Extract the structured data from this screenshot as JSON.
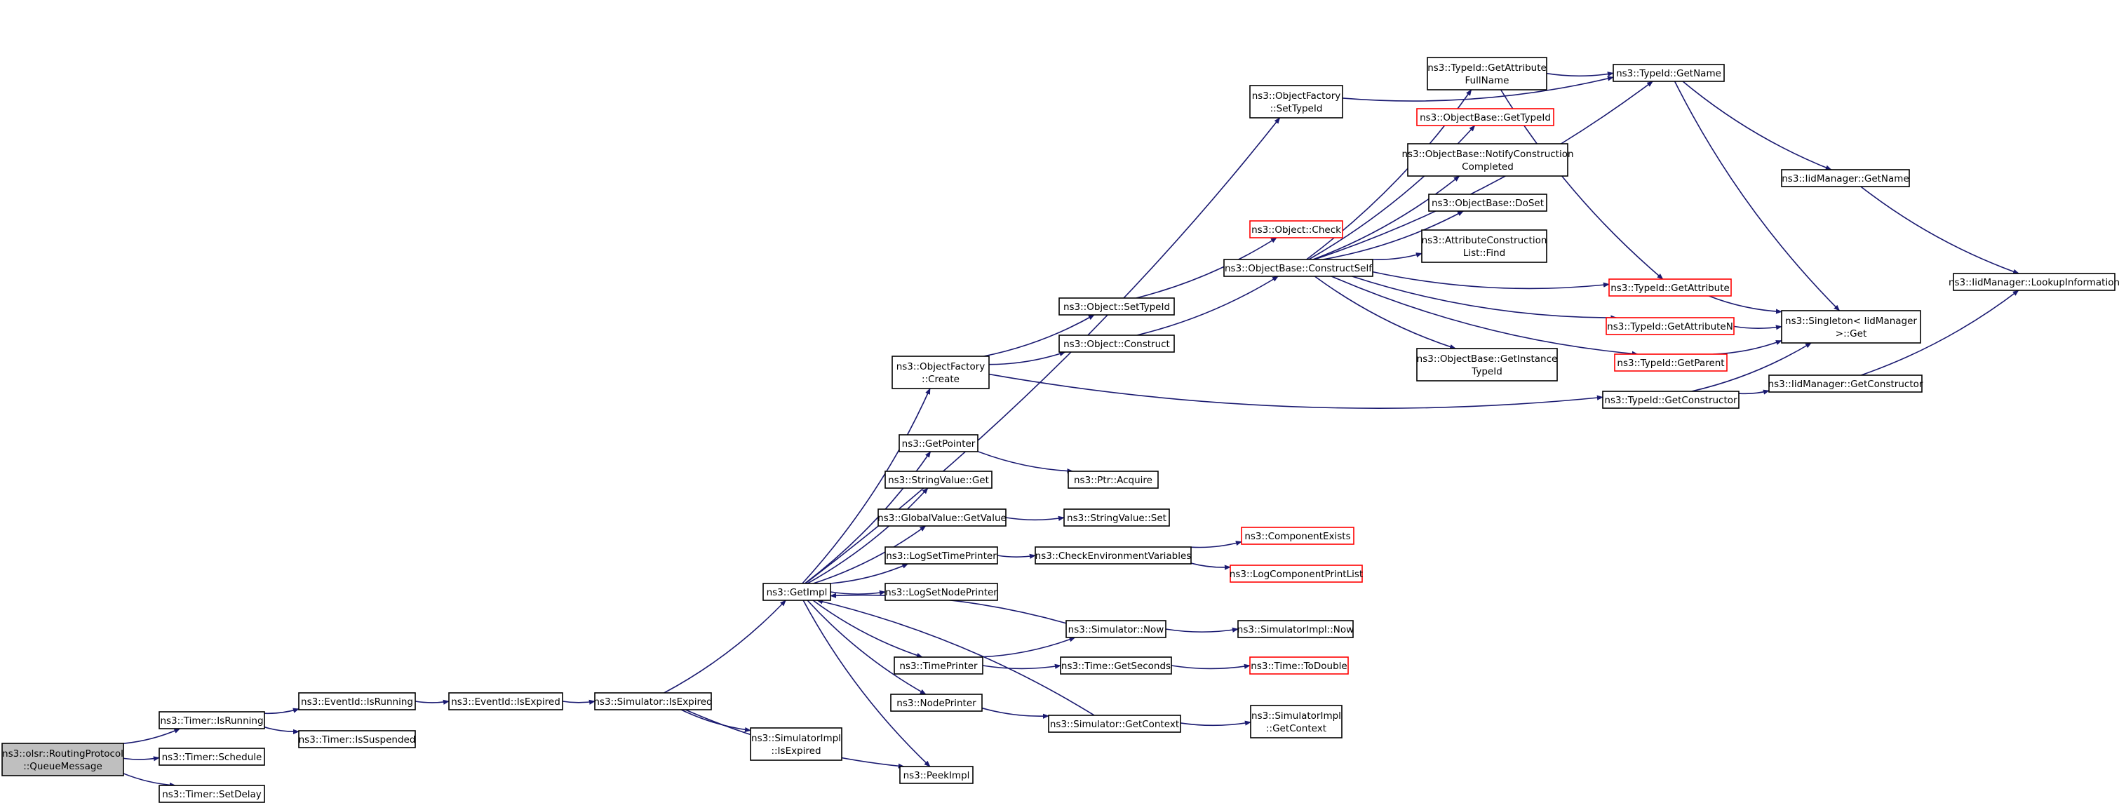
{
  "graph": {
    "colors": {
      "edge": "#191970",
      "border_default": "#000000",
      "border_truncated": "#ff0000",
      "fill_highlight": "#bfbfbf",
      "fill_default": "#ffffff"
    },
    "nodes": [
      {
        "id": "root",
        "lines": [
          "ns3::olsr::RoutingProtocol",
          "::QueueMessage"
        ],
        "style": "highlight"
      },
      {
        "id": "timer_isrunning",
        "lines": [
          "ns3::Timer::IsRunning"
        ],
        "style": "normal"
      },
      {
        "id": "timer_schedule",
        "lines": [
          "ns3::Timer::Schedule"
        ],
        "style": "normal"
      },
      {
        "id": "timer_setdelay",
        "lines": [
          "ns3::Timer::SetDelay"
        ],
        "style": "normal"
      },
      {
        "id": "eventid_isrunning",
        "lines": [
          "ns3::EventId::IsRunning"
        ],
        "style": "normal"
      },
      {
        "id": "timer_issuspended",
        "lines": [
          "ns3::Timer::IsSuspended"
        ],
        "style": "normal"
      },
      {
        "id": "eventid_isexpired",
        "lines": [
          "ns3::EventId::IsExpired"
        ],
        "style": "normal"
      },
      {
        "id": "simulator_isexpired",
        "lines": [
          "ns3::Simulator::IsExpired"
        ],
        "style": "normal"
      },
      {
        "id": "simimpl_isexpired",
        "lines": [
          "ns3::SimulatorImpl",
          "::IsExpired"
        ],
        "style": "normal"
      },
      {
        "id": "getimpl",
        "lines": [
          "ns3::GetImpl"
        ],
        "style": "normal"
      },
      {
        "id": "peekimpl",
        "lines": [
          "ns3::PeekImpl"
        ],
        "style": "normal"
      },
      {
        "id": "of_create",
        "lines": [
          "ns3::ObjectFactory",
          "::Create"
        ],
        "style": "normal"
      },
      {
        "id": "getpointer",
        "lines": [
          "ns3::GetPointer"
        ],
        "style": "normal"
      },
      {
        "id": "stringvalue_get",
        "lines": [
          "ns3::StringValue::Get"
        ],
        "style": "normal"
      },
      {
        "id": "globalvalue_getvalue",
        "lines": [
          "ns3::GlobalValue::GetValue"
        ],
        "style": "normal"
      },
      {
        "id": "logsettimeprinter",
        "lines": [
          "ns3::LogSetTimePrinter"
        ],
        "style": "normal"
      },
      {
        "id": "logsetnodeprinter",
        "lines": [
          "ns3::LogSetNodePrinter"
        ],
        "style": "normal"
      },
      {
        "id": "timeprinter",
        "lines": [
          "ns3::TimePrinter"
        ],
        "style": "normal"
      },
      {
        "id": "nodeprinter",
        "lines": [
          "ns3::NodePrinter"
        ],
        "style": "normal"
      },
      {
        "id": "of_settypeid",
        "lines": [
          "ns3::ObjectFactory",
          "::SetTypeId"
        ],
        "style": "normal"
      },
      {
        "id": "object_settypeid",
        "lines": [
          "ns3::Object::SetTypeId"
        ],
        "style": "normal"
      },
      {
        "id": "object_construct",
        "lines": [
          "ns3::Object::Construct"
        ],
        "style": "normal"
      },
      {
        "id": "ptr_acquire",
        "lines": [
          "ns3::Ptr::Acquire"
        ],
        "style": "normal"
      },
      {
        "id": "stringvalue_set",
        "lines": [
          "ns3::StringValue::Set"
        ],
        "style": "normal"
      },
      {
        "id": "checkenv",
        "lines": [
          "ns3::CheckEnvironmentVariables"
        ],
        "style": "normal"
      },
      {
        "id": "simulator_now",
        "lines": [
          "ns3::Simulator::Now"
        ],
        "style": "normal"
      },
      {
        "id": "time_getseconds",
        "lines": [
          "ns3::Time::GetSeconds"
        ],
        "style": "normal"
      },
      {
        "id": "simulator_getcontext",
        "lines": [
          "ns3::Simulator::GetContext"
        ],
        "style": "normal"
      },
      {
        "id": "object_check",
        "lines": [
          "ns3::Object::Check"
        ],
        "style": "truncated"
      },
      {
        "id": "objbase_constructself",
        "lines": [
          "ns3::ObjectBase::ConstructSelf"
        ],
        "style": "normal"
      },
      {
        "id": "componentexists",
        "lines": [
          "ns3::ComponentExists"
        ],
        "style": "truncated"
      },
      {
        "id": "logcomponentprintlist",
        "lines": [
          "ns3::LogComponentPrintList"
        ],
        "style": "truncated"
      },
      {
        "id": "simimpl_now",
        "lines": [
          "ns3::SimulatorImpl::Now"
        ],
        "style": "normal"
      },
      {
        "id": "time_todouble",
        "lines": [
          "ns3::Time::ToDouble"
        ],
        "style": "truncated"
      },
      {
        "id": "simimpl_getcontext",
        "lines": [
          "ns3::SimulatorImpl",
          "::GetContext"
        ],
        "style": "normal"
      },
      {
        "id": "typeid_getattrfullname",
        "lines": [
          "ns3::TypeId::GetAttribute",
          "FullName"
        ],
        "style": "normal"
      },
      {
        "id": "objbase_gettypeid",
        "lines": [
          "ns3::ObjectBase::GetTypeId"
        ],
        "style": "truncated"
      },
      {
        "id": "objbase_notify",
        "lines": [
          "ns3::ObjectBase::NotifyConstruction",
          "Completed"
        ],
        "style": "normal"
      },
      {
        "id": "objbase_doset",
        "lines": [
          "ns3::ObjectBase::DoSet"
        ],
        "style": "normal"
      },
      {
        "id": "attrconstructionlist_find",
        "lines": [
          "ns3::AttributeConstruction",
          "List::Find"
        ],
        "style": "normal"
      },
      {
        "id": "objbase_getinstancetypeid",
        "lines": [
          "ns3::ObjectBase::GetInstance",
          "TypeId"
        ],
        "style": "normal"
      },
      {
        "id": "typeid_getname",
        "lines": [
          "ns3::TypeId::GetName"
        ],
        "style": "normal"
      },
      {
        "id": "typeid_getattribute",
        "lines": [
          "ns3::TypeId::GetAttribute"
        ],
        "style": "truncated"
      },
      {
        "id": "typeid_getattributen",
        "lines": [
          "ns3::TypeId::GetAttributeN"
        ],
        "style": "truncated"
      },
      {
        "id": "typeid_getparent",
        "lines": [
          "ns3::TypeId::GetParent"
        ],
        "style": "truncated"
      },
      {
        "id": "typeid_getconstructor",
        "lines": [
          "ns3::TypeId::GetConstructor"
        ],
        "style": "normal"
      },
      {
        "id": "iidmanager_getname",
        "lines": [
          "ns3::IidManager::GetName"
        ],
        "style": "normal"
      },
      {
        "id": "singleton_get",
        "lines": [
          "ns3::Singleton< IidManager",
          "  >::Get"
        ],
        "style": "normal"
      },
      {
        "id": "iidmanager_getconstructor",
        "lines": [
          "ns3::IidManager::GetConstructor"
        ],
        "style": "normal"
      },
      {
        "id": "iidmanager_lookupinfo",
        "lines": [
          "ns3::IidManager::LookupInformation"
        ],
        "style": "normal"
      }
    ],
    "edges": [
      {
        "from": "root",
        "to": "timer_isrunning"
      },
      {
        "from": "root",
        "to": "timer_schedule"
      },
      {
        "from": "root",
        "to": "timer_setdelay"
      },
      {
        "from": "timer_isrunning",
        "to": "eventid_isrunning"
      },
      {
        "from": "timer_isrunning",
        "to": "timer_issuspended"
      },
      {
        "from": "eventid_isrunning",
        "to": "eventid_isexpired"
      },
      {
        "from": "eventid_isexpired",
        "to": "simulator_isexpired"
      },
      {
        "from": "simulator_isexpired",
        "to": "getimpl"
      },
      {
        "from": "simulator_isexpired",
        "to": "simimpl_isexpired"
      },
      {
        "from": "simulator_isexpired",
        "to": "peekimpl"
      },
      {
        "from": "getimpl",
        "to": "of_settypeid"
      },
      {
        "from": "getimpl",
        "to": "of_create"
      },
      {
        "from": "getimpl",
        "to": "getpointer"
      },
      {
        "from": "getimpl",
        "to": "stringvalue_get"
      },
      {
        "from": "getimpl",
        "to": "globalvalue_getvalue"
      },
      {
        "from": "getimpl",
        "to": "logsettimeprinter"
      },
      {
        "from": "getimpl",
        "to": "logsetnodeprinter"
      },
      {
        "from": "getimpl",
        "to": "timeprinter"
      },
      {
        "from": "getimpl",
        "to": "nodeprinter"
      },
      {
        "from": "getimpl",
        "to": "peekimpl"
      },
      {
        "from": "simulator_now",
        "to": "getimpl"
      },
      {
        "from": "simulator_getcontext",
        "to": "getimpl"
      },
      {
        "from": "of_create",
        "to": "object_settypeid"
      },
      {
        "from": "of_create",
        "to": "object_construct"
      },
      {
        "from": "of_create",
        "to": "typeid_getconstructor"
      },
      {
        "from": "of_settypeid",
        "to": "typeid_getname"
      },
      {
        "from": "object_settypeid",
        "to": "object_check"
      },
      {
        "from": "object_construct",
        "to": "objbase_constructself"
      },
      {
        "from": "getpointer",
        "to": "ptr_acquire"
      },
      {
        "from": "globalvalue_getvalue",
        "to": "stringvalue_set"
      },
      {
        "from": "logsettimeprinter",
        "to": "checkenv"
      },
      {
        "from": "checkenv",
        "to": "componentexists"
      },
      {
        "from": "checkenv",
        "to": "logcomponentprintlist"
      },
      {
        "from": "timeprinter",
        "to": "simulator_now"
      },
      {
        "from": "timeprinter",
        "to": "time_getseconds"
      },
      {
        "from": "nodeprinter",
        "to": "simulator_getcontext"
      },
      {
        "from": "simulator_now",
        "to": "simimpl_now"
      },
      {
        "from": "time_getseconds",
        "to": "time_todouble"
      },
      {
        "from": "simulator_getcontext",
        "to": "simimpl_getcontext"
      },
      {
        "from": "objbase_constructself",
        "to": "typeid_getattrfullname"
      },
      {
        "from": "objbase_constructself",
        "to": "objbase_gettypeid"
      },
      {
        "from": "objbase_constructself",
        "to": "objbase_notify"
      },
      {
        "from": "objbase_constructself",
        "to": "objbase_doset"
      },
      {
        "from": "objbase_constructself",
        "to": "attrconstructionlist_find"
      },
      {
        "from": "objbase_constructself",
        "to": "objbase_getinstancetypeid"
      },
      {
        "from": "objbase_constructself",
        "to": "typeid_getname"
      },
      {
        "from": "objbase_constructself",
        "to": "typeid_getattribute"
      },
      {
        "from": "objbase_constructself",
        "to": "typeid_getattributen"
      },
      {
        "from": "objbase_constructself",
        "to": "typeid_getparent"
      },
      {
        "from": "typeid_getattrfullname",
        "to": "typeid_getname"
      },
      {
        "from": "typeid_getattrfullname",
        "to": "typeid_getattribute"
      },
      {
        "from": "typeid_getname",
        "to": "iidmanager_getname"
      },
      {
        "from": "typeid_getname",
        "to": "singleton_get"
      },
      {
        "from": "typeid_getattribute",
        "to": "singleton_get"
      },
      {
        "from": "typeid_getattributen",
        "to": "singleton_get"
      },
      {
        "from": "typeid_getparent",
        "to": "singleton_get"
      },
      {
        "from": "typeid_getconstructor",
        "to": "singleton_get"
      },
      {
        "from": "typeid_getconstructor",
        "to": "iidmanager_getconstructor"
      },
      {
        "from": "iidmanager_getname",
        "to": "iidmanager_lookupinfo"
      },
      {
        "from": "iidmanager_getconstructor",
        "to": "iidmanager_lookupinfo"
      }
    ]
  }
}
